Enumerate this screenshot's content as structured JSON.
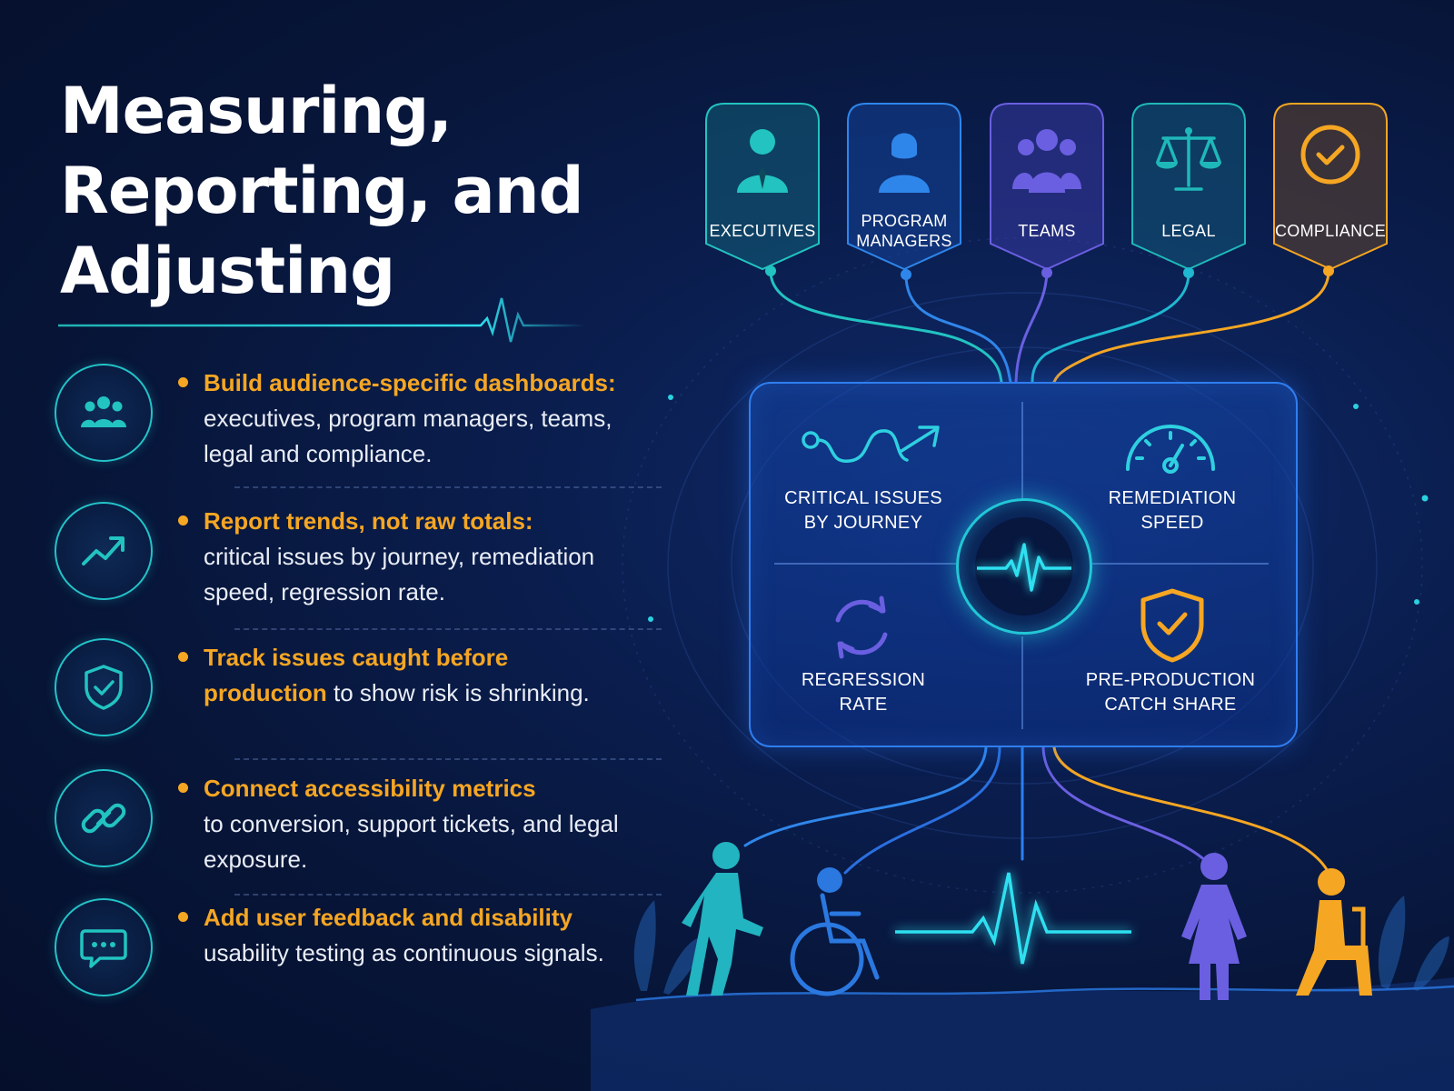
{
  "title": {
    "line1": "Measuring,",
    "line2": "Reporting, and",
    "line3": "Adjusting"
  },
  "bullets": [
    {
      "icon": "people-icon",
      "highlight": "Build audience-specific dashboards:",
      "rest": "executives, program managers, teams, legal and compliance."
    },
    {
      "icon": "trend-up-icon",
      "highlight": "Report trends, not raw totals:",
      "rest": "critical issues by journey, remediation speed, regression rate."
    },
    {
      "icon": "shield-check-icon",
      "highlight": "Track issues caught before production",
      "rest": "to show risk is shrinking."
    },
    {
      "icon": "link-icon",
      "highlight": "Connect accessibility metrics",
      "rest": "to conversion, support tickets, and legal exposure."
    },
    {
      "icon": "chat-bubble-icon",
      "highlight": "Add user feedback and disability",
      "rest": "usability testing as continuous signals."
    }
  ],
  "audiences": [
    {
      "label": "EXECUTIVES",
      "icon": "executive-person-icon",
      "color": "#22c3c0"
    },
    {
      "label_line1": "PROGRAM",
      "label_line2": "MANAGERS",
      "icon": "manager-person-icon",
      "color": "#2f86ea"
    },
    {
      "label": "TEAMS",
      "icon": "team-group-icon",
      "color": "#6a5fe0"
    },
    {
      "label": "LEGAL",
      "icon": "scales-icon",
      "color": "#1fb8b8"
    },
    {
      "label": "COMPLIANCE",
      "icon": "check-circle-icon",
      "color": "#f5a623"
    }
  ],
  "metrics": [
    {
      "line1": "CRITICAL ISSUES",
      "line2": "BY JOURNEY",
      "icon": "journey-path-icon"
    },
    {
      "line1": "REMEDIATION",
      "line2": "SPEED",
      "icon": "speedometer-icon"
    },
    {
      "line1": "REGRESSION",
      "line2": "RATE",
      "icon": "refresh-cycle-icon"
    },
    {
      "line1": "PRE-PRODUCTION",
      "line2": "CATCH SHARE",
      "icon": "shield-check-icon"
    }
  ],
  "colors": {
    "accent_orange": "#f5a623",
    "accent_teal": "#22c3c0",
    "accent_blue": "#2f7ef0",
    "accent_purple": "#6a5fe0",
    "background": "#071538"
  }
}
